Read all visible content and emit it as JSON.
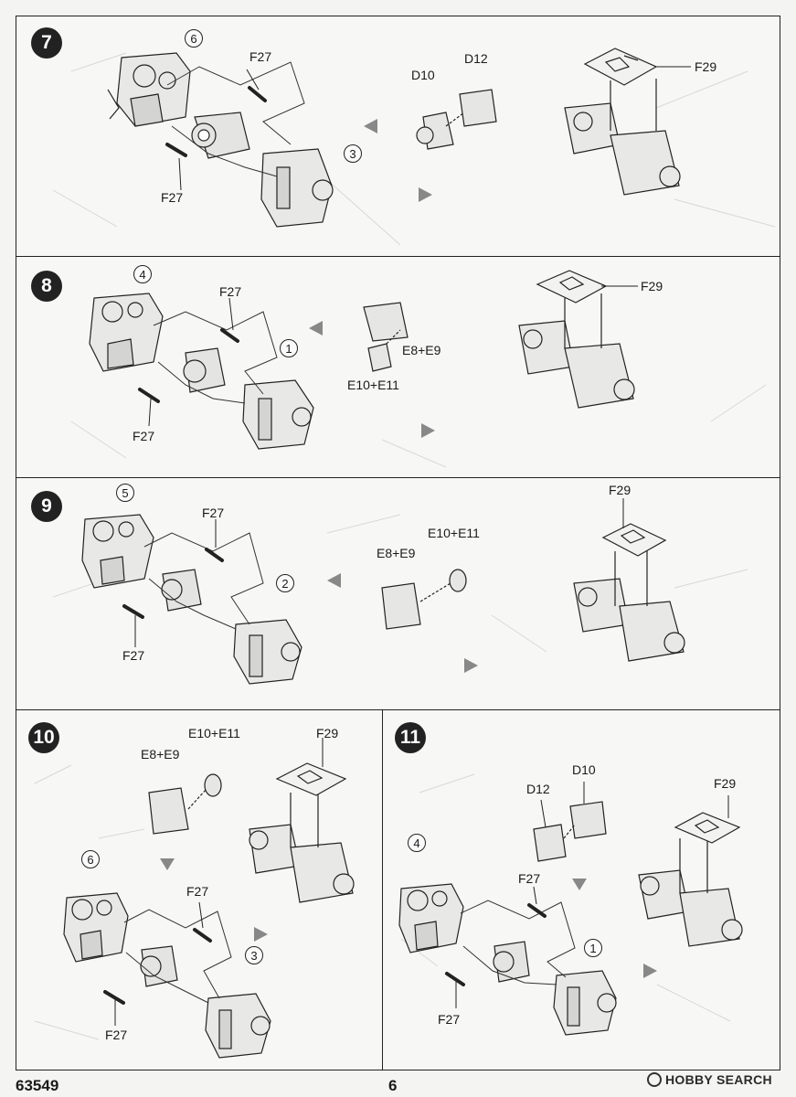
{
  "steps": [
    {
      "number": "7",
      "callouts": [
        "6",
        "3"
      ],
      "labels": {
        "rod_top": "F27",
        "rod_bottom": "F27",
        "part_a": "D10",
        "part_b": "D12",
        "plate": "F29"
      }
    },
    {
      "number": "8",
      "callouts": [
        "4",
        "1"
      ],
      "labels": {
        "rod_top": "F27",
        "rod_bottom": "F27",
        "part_a": "E10+E11",
        "part_b": "E8+E9",
        "plate": "F29"
      }
    },
    {
      "number": "9",
      "callouts": [
        "5",
        "2"
      ],
      "labels": {
        "rod_top": "F27",
        "rod_bottom": "F27",
        "part_a": "E8+E9",
        "part_b": "E10+E11",
        "plate": "F29"
      }
    },
    {
      "number": "10",
      "callouts": [
        "6",
        "3"
      ],
      "labels": {
        "rod_top": "F27",
        "rod_bottom": "F27",
        "part_a": "E8+E9",
        "part_b": "E10+E11",
        "plate": "F29"
      }
    },
    {
      "number": "11",
      "callouts": [
        "4",
        "1"
      ],
      "labels": {
        "rod_top": "F27",
        "rod_bottom": "F27",
        "part_a": "D12",
        "part_b": "D10",
        "plate": "F29"
      }
    }
  ],
  "footer": {
    "kit_number": "63549",
    "page_number": "6"
  },
  "watermark": {
    "text": "HOBBY SEARCH"
  }
}
